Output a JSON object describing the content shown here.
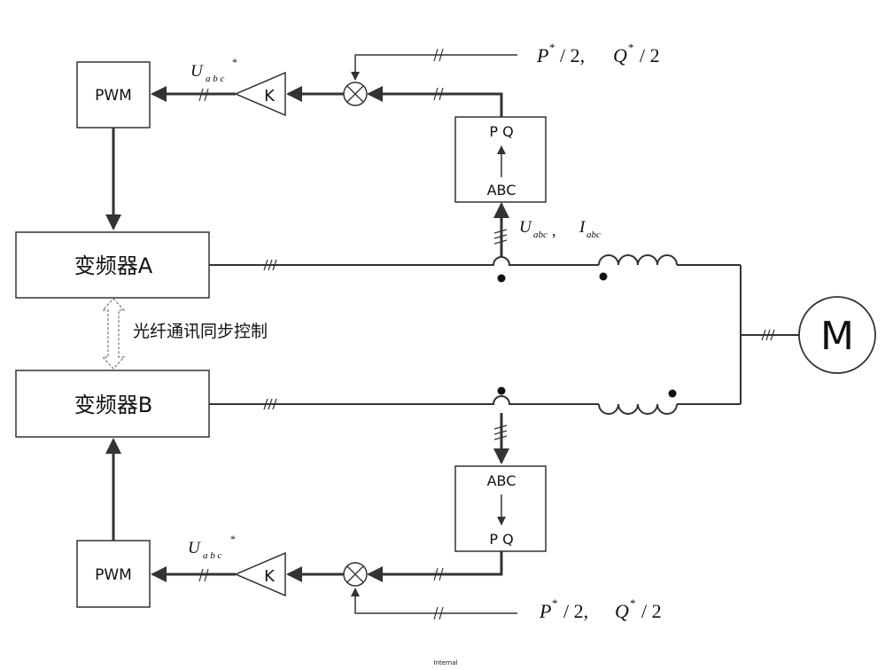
{
  "blocks": {
    "inverter_a": "变频器A",
    "inverter_b": "变频器B",
    "pwm_top": "PWM",
    "pwm_bottom": "PWM",
    "gain_top": "K",
    "gain_bottom": "K",
    "motor": "M"
  },
  "transform_top": {
    "upper": "P Q",
    "lower": "ABC"
  },
  "transform_bottom": {
    "upper": "ABC",
    "lower": "P Q"
  },
  "labels": {
    "sync_link": "光纤通讯同步控制",
    "u_ref_top": {
      "main": "U",
      "sub": "a b c",
      "sup": "*"
    },
    "u_ref_bottom": {
      "main": "U",
      "sub": "a b c",
      "sup": "*"
    },
    "measure_top": {
      "u": "U",
      "u_sub": "abc",
      "comma": ",",
      "i": "I",
      "i_sub": "abc"
    },
    "pq_ref_top": {
      "p": "P",
      "p_sup": "*",
      "p_div": "/ 2,",
      "q": "Q",
      "q_sup": "*",
      "q_div": "/ 2"
    },
    "pq_ref_bottom": {
      "p": "P",
      "p_sup": "*",
      "p_div": "/ 2,",
      "q": "Q",
      "q_sup": "*",
      "q_div": "/ 2"
    },
    "footer": "Internal"
  }
}
